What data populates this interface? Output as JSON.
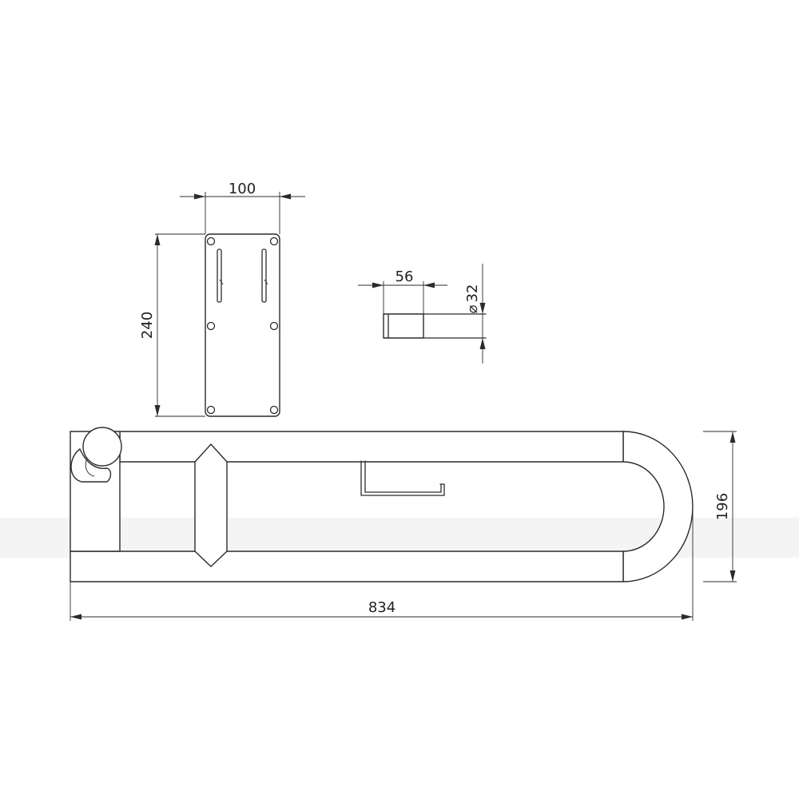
{
  "dimensions": {
    "plate_width": "100",
    "plate_height": "240",
    "stub_length": "56",
    "diameter_symbol": "⌀",
    "diameter_value": "32",
    "rail_height": "196",
    "rail_length": "834"
  },
  "colors": {
    "line": "#2b2b2b",
    "background": "#ffffff"
  }
}
